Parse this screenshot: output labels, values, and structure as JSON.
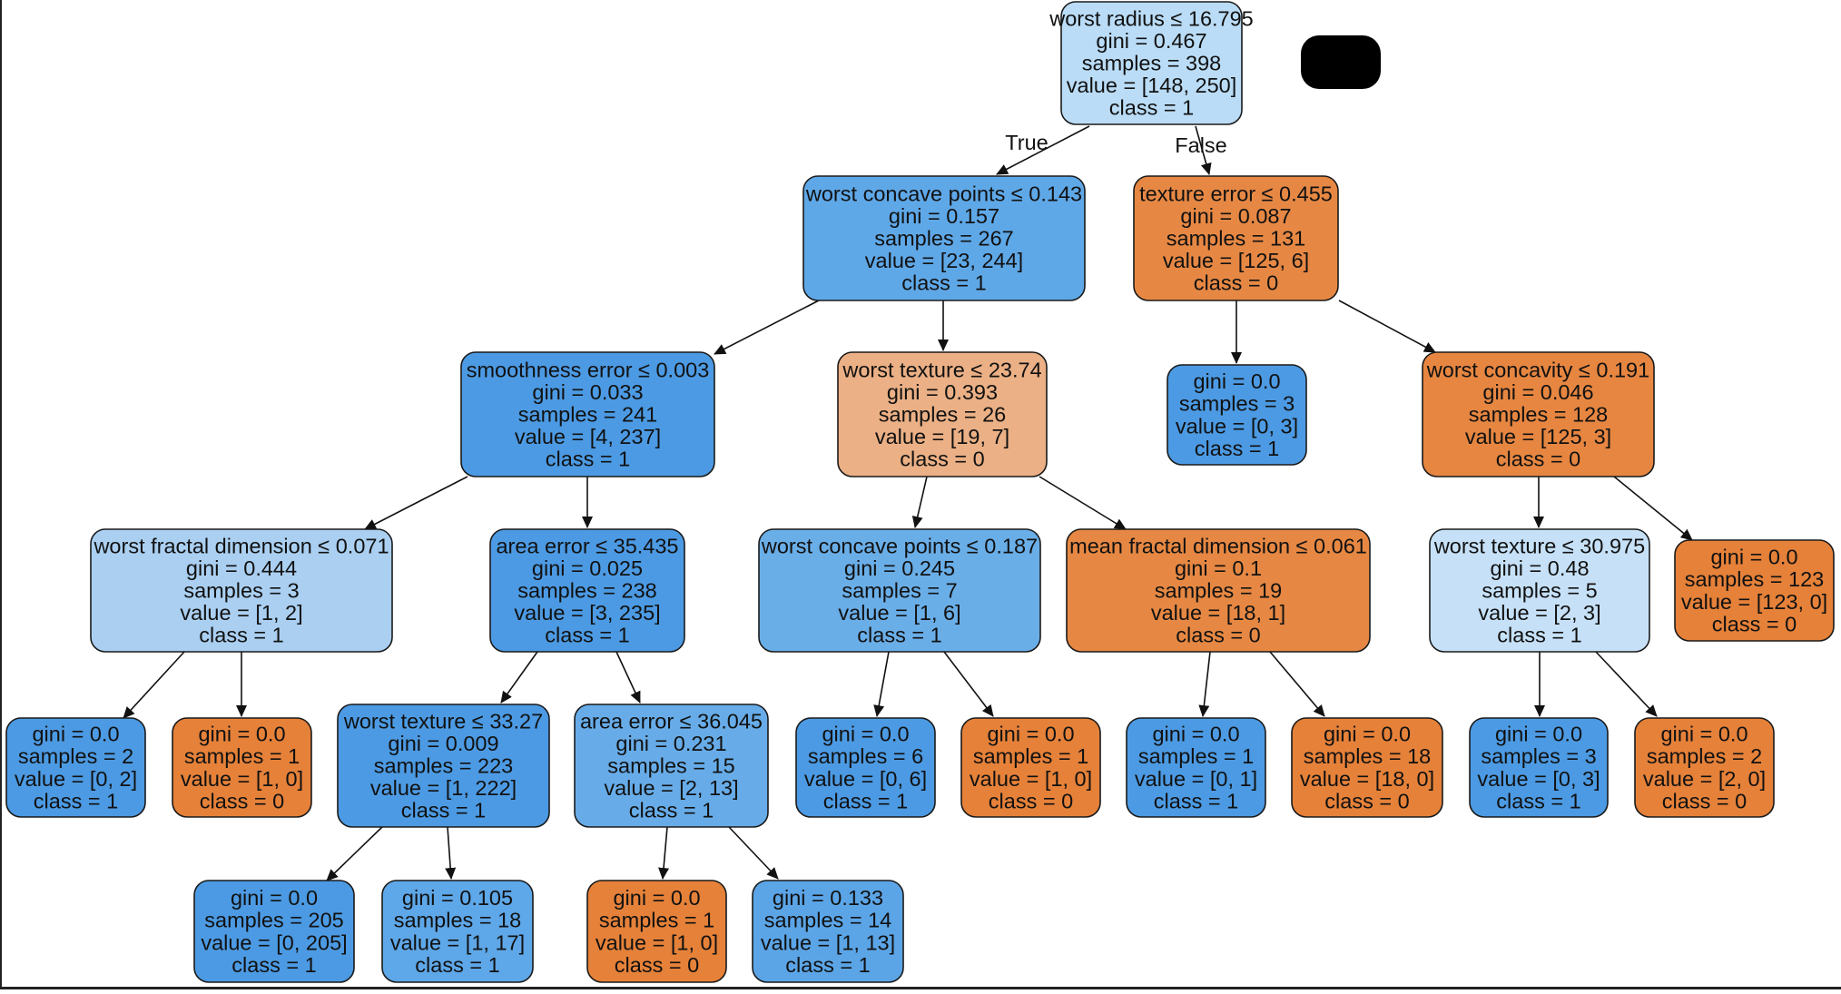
{
  "colors": {
    "class0_strong": "#E58139",
    "class1_strong": "#399DE5",
    "redaction": "#000000",
    "border": "#1a1a1a"
  },
  "edge_labels": {
    "true_label": "True",
    "false_label": "False"
  },
  "nodes": [
    {
      "id": "n0",
      "fill": "#BADCF6",
      "lines": [
        "worst radius ≤ 16.795",
        "gini = 0.467",
        "samples = 398",
        "value = [148, 250]",
        "class = 1"
      ]
    },
    {
      "id": "n1",
      "fill": "#5FA8E8",
      "lines": [
        "worst concave points ≤ 0.143",
        "gini = 0.157",
        "samples = 267",
        "value = [23, 244]",
        "class = 1"
      ]
    },
    {
      "id": "n2",
      "fill": "#E68844",
      "lines": [
        "texture error ≤ 0.455",
        "gini = 0.087",
        "samples = 131",
        "value = [125, 6]",
        "class = 0"
      ]
    },
    {
      "id": "n3",
      "fill": "#4C9AE3",
      "lines": [
        "smoothness error ≤ 0.003",
        "gini = 0.033",
        "samples = 241",
        "value = [4, 237]",
        "class = 1"
      ]
    },
    {
      "id": "n4",
      "fill": "#EBB085",
      "lines": [
        "worst texture ≤ 23.74",
        "gini = 0.393",
        "samples = 26",
        "value = [19, 7]",
        "class = 0"
      ]
    },
    {
      "id": "n5",
      "fill": "#4C9AE3",
      "lines": [
        "gini = 0.0",
        "samples = 3",
        "value = [0, 3]",
        "class = 1"
      ]
    },
    {
      "id": "n6",
      "fill": "#E68641",
      "lines": [
        "worst concavity ≤ 0.191",
        "gini = 0.046",
        "samples = 128",
        "value = [125, 3]",
        "class = 0"
      ]
    },
    {
      "id": "n7",
      "fill": "#AACFF1",
      "lines": [
        "worst fractal dimension ≤ 0.071",
        "gini = 0.444",
        "samples = 3",
        "value = [1, 2]",
        "class = 1"
      ]
    },
    {
      "id": "n8",
      "fill": "#4C9AE3",
      "lines": [
        "area error ≤ 35.435",
        "gini = 0.025",
        "samples = 238",
        "value = [3, 235]",
        "class = 1"
      ]
    },
    {
      "id": "n9",
      "fill": "#6AAEE8",
      "lines": [
        "worst concave points ≤ 0.187",
        "gini = 0.245",
        "samples = 7",
        "value = [1, 6]",
        "class = 1"
      ]
    },
    {
      "id": "n10",
      "fill": "#E68843",
      "lines": [
        "mean fractal dimension ≤ 0.061",
        "gini = 0.1",
        "samples = 19",
        "value = [18, 1]",
        "class = 0"
      ]
    },
    {
      "id": "n11",
      "fill": "#C6E1F7",
      "lines": [
        "worst texture ≤ 30.975",
        "gini = 0.48",
        "samples = 5",
        "value = [2, 3]",
        "class = 1"
      ]
    },
    {
      "id": "n12",
      "fill": "#E58139",
      "lines": [
        "gini = 0.0",
        "samples = 123",
        "value = [123, 0]",
        "class = 0"
      ]
    },
    {
      "id": "n13",
      "fill": "#4C9AE3",
      "lines": [
        "gini = 0.0",
        "samples = 2",
        "value = [0, 2]",
        "class = 1"
      ]
    },
    {
      "id": "n14",
      "fill": "#E58139",
      "lines": [
        "gini = 0.0",
        "samples = 1",
        "value = [1, 0]",
        "class = 0"
      ]
    },
    {
      "id": "n15",
      "fill": "#4C9AE3",
      "lines": [
        "worst texture ≤ 33.27",
        "gini = 0.009",
        "samples = 223",
        "value = [1, 222]",
        "class = 1"
      ]
    },
    {
      "id": "n16",
      "fill": "#67ACE8",
      "lines": [
        "area error ≤ 36.045",
        "gini = 0.231",
        "samples = 15",
        "value = [2, 13]",
        "class = 1"
      ]
    },
    {
      "id": "n17",
      "fill": "#4C9AE3",
      "lines": [
        "gini = 0.0",
        "samples = 6",
        "value = [0, 6]",
        "class = 1"
      ]
    },
    {
      "id": "n18",
      "fill": "#E58139",
      "lines": [
        "gini = 0.0",
        "samples = 1",
        "value = [1, 0]",
        "class = 0"
      ]
    },
    {
      "id": "n19",
      "fill": "#4C9AE3",
      "lines": [
        "gini = 0.0",
        "samples = 1",
        "value = [0, 1]",
        "class = 1"
      ]
    },
    {
      "id": "n20",
      "fill": "#E58139",
      "lines": [
        "gini = 0.0",
        "samples = 18",
        "value = [18, 0]",
        "class = 0"
      ]
    },
    {
      "id": "n21",
      "fill": "#4C9AE3",
      "lines": [
        "gini = 0.0",
        "samples = 3",
        "value = [0, 3]",
        "class = 1"
      ]
    },
    {
      "id": "n22",
      "fill": "#E58139",
      "lines": [
        "gini = 0.0",
        "samples = 2",
        "value = [2, 0]",
        "class = 0"
      ]
    },
    {
      "id": "n23",
      "fill": "#4C9AE3",
      "lines": [
        "gini = 0.0",
        "samples = 205",
        "value = [0, 205]",
        "class = 1"
      ]
    },
    {
      "id": "n24",
      "fill": "#5EA7E8",
      "lines": [
        "gini = 0.105",
        "samples = 18",
        "value = [1, 17]",
        "class = 1"
      ]
    },
    {
      "id": "n25",
      "fill": "#E58139",
      "lines": [
        "gini = 0.0",
        "samples = 1",
        "value = [1, 0]",
        "class = 0"
      ]
    },
    {
      "id": "n26",
      "fill": "#5BA5E7",
      "lines": [
        "gini = 0.133",
        "samples = 14",
        "value = [1, 13]",
        "class = 1"
      ]
    }
  ],
  "edges": [
    {
      "from": "n0",
      "to": "n1",
      "label": "True"
    },
    {
      "from": "n0",
      "to": "n2",
      "label": "False"
    },
    {
      "from": "n1",
      "to": "n3"
    },
    {
      "from": "n1",
      "to": "n4"
    },
    {
      "from": "n2",
      "to": "n5"
    },
    {
      "from": "n2",
      "to": "n6"
    },
    {
      "from": "n3",
      "to": "n7"
    },
    {
      "from": "n3",
      "to": "n8"
    },
    {
      "from": "n4",
      "to": "n9"
    },
    {
      "from": "n4",
      "to": "n10"
    },
    {
      "from": "n6",
      "to": "n11"
    },
    {
      "from": "n6",
      "to": "n12"
    },
    {
      "from": "n7",
      "to": "n13"
    },
    {
      "from": "n7",
      "to": "n14"
    },
    {
      "from": "n8",
      "to": "n15"
    },
    {
      "from": "n8",
      "to": "n16"
    },
    {
      "from": "n9",
      "to": "n17"
    },
    {
      "from": "n9",
      "to": "n18"
    },
    {
      "from": "n10",
      "to": "n19"
    },
    {
      "from": "n10",
      "to": "n20"
    },
    {
      "from": "n11",
      "to": "n21"
    },
    {
      "from": "n11",
      "to": "n22"
    },
    {
      "from": "n15",
      "to": "n23"
    },
    {
      "from": "n15",
      "to": "n24"
    },
    {
      "from": "n16",
      "to": "n25"
    },
    {
      "from": "n16",
      "to": "n26"
    }
  ]
}
